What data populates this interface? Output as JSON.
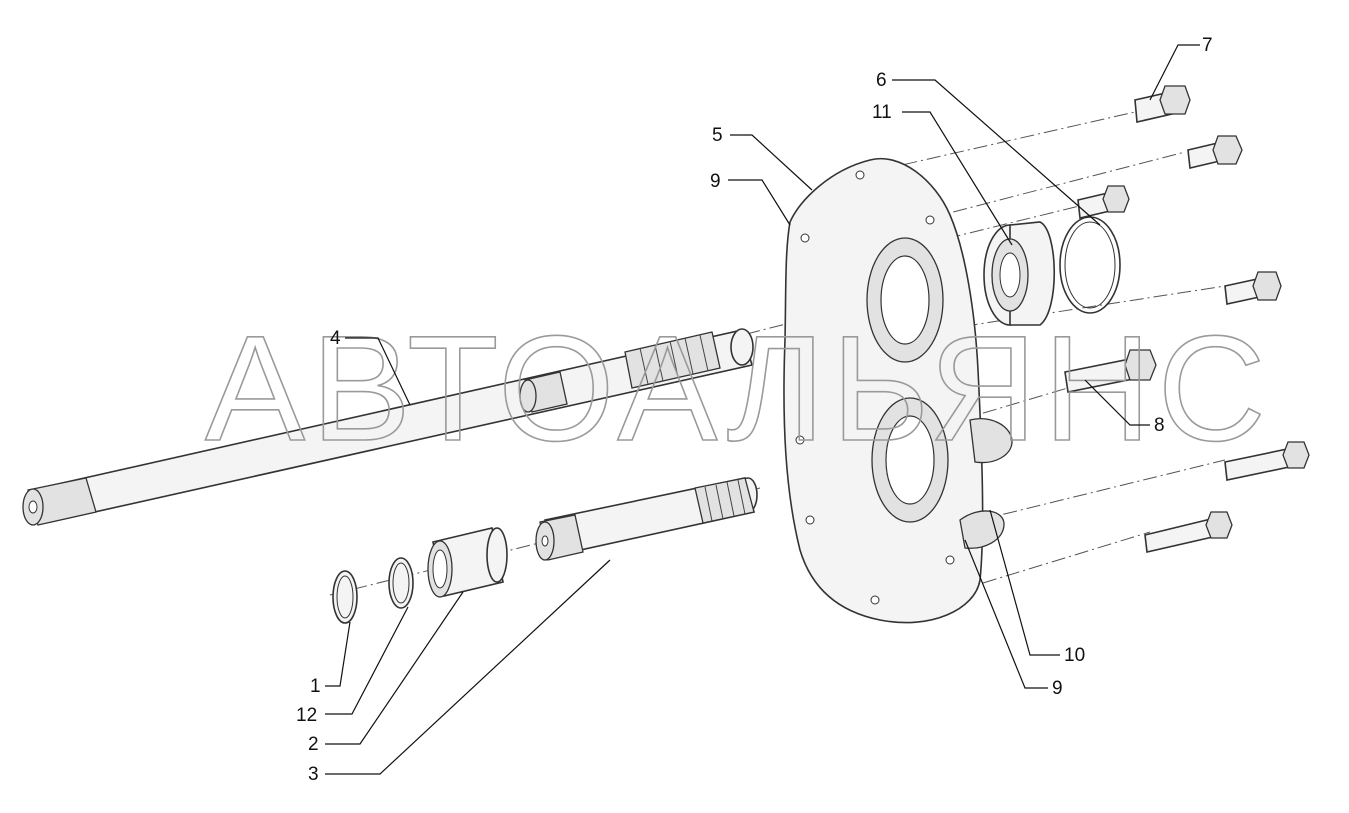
{
  "watermark": "АВТОАЛЬЯНС",
  "callouts": {
    "c1": "1",
    "c12": "12",
    "c2": "2",
    "c3": "3",
    "c4": "4",
    "c5": "5",
    "c9a": "9",
    "c6": "6",
    "c11": "11",
    "c7": "7",
    "c8": "8",
    "c10": "10",
    "c9b": "9"
  }
}
